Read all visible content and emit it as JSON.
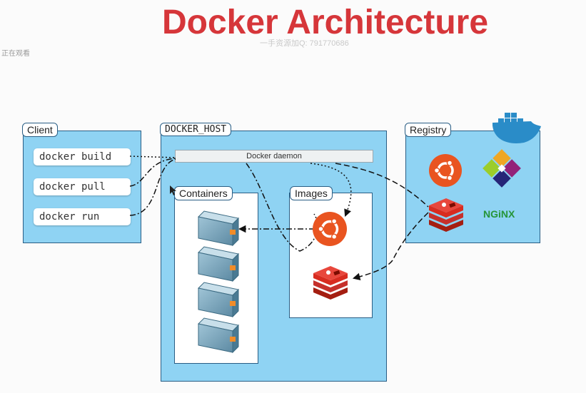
{
  "title": "Docker Architecture",
  "watermark": "一手资源加Q: 791770686",
  "watching_text": "正在观看",
  "client": {
    "label": "Client",
    "commands": [
      "docker build",
      "docker pull",
      "docker run"
    ]
  },
  "docker_host": {
    "label": "DOCKER_HOST",
    "daemon_label": "Docker daemon",
    "containers_label": "Containers",
    "images_label": "Images"
  },
  "registry": {
    "label": "Registry",
    "nginx_label": "NGiNX"
  },
  "colors": {
    "title": "#d6363a",
    "panel_fill": "#8fd3f3",
    "panel_border": "#2a5e85",
    "ubuntu": "#e95420",
    "redis": "#d82c20",
    "nginx": "#269539"
  },
  "icons": [
    "docker-whale-icon",
    "ubuntu-icon",
    "centos-icon",
    "redis-icon",
    "nginx-icon",
    "container-icon"
  ]
}
